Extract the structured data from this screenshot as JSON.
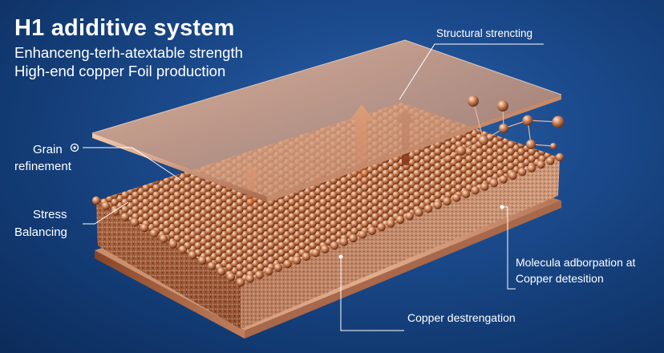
{
  "header": {
    "title": "H1 adiditive system",
    "subtitle_line1": "Enhanceng-terh-atextable strength",
    "subtitle_line2": "High-end copper Foil production"
  },
  "labels": {
    "structural": "Structural strencting",
    "grain_line1": "Grain",
    "grain_line2": "refinement",
    "stress_line1": "Stress",
    "stress_line2": "Balancing",
    "molecule_line1": "Molecula adborpation at",
    "molecule_line2": "Copper detesition",
    "destrengation": "Copper destrengation"
  },
  "colors": {
    "background": "#1b4a8c",
    "copper": "#c8845c",
    "copper_light": "#f0c4a4",
    "arrow": "#e2652a",
    "leader_line": "#ffffff"
  }
}
